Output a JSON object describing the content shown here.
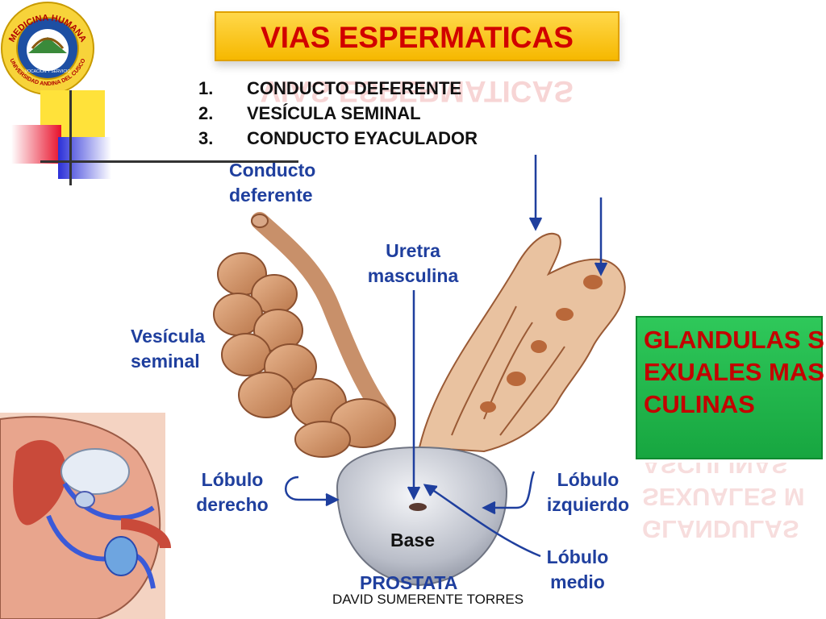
{
  "title": "VIAS ESPERMATICAS",
  "list": [
    {
      "num": "1.",
      "text": "CONDUCTO DEFERENTE"
    },
    {
      "num": "2.",
      "text": "VESÍCULA SEMINAL"
    },
    {
      "num": "3.",
      "text": "CONDUCTO EYACULADOR"
    }
  ],
  "logo": {
    "top_text": "MEDICINA HUMANA",
    "bottom_text": "UNIVERSIDAD ANDINA DEL CUSCO",
    "motto": "VOCACIÓN Y SERVICIO"
  },
  "labels": {
    "conducto_deferente": [
      "Conducto",
      "deferente"
    ],
    "uretra": [
      "Uretra",
      "masculina"
    ],
    "vesicula": [
      "Vesícula",
      "seminal"
    ],
    "lobulo_derecho": [
      "Lóbulo",
      "derecho"
    ],
    "lobulo_izquierdo": [
      "Lóbulo",
      "izquierdo"
    ],
    "base": "Base",
    "lobulo_medio": [
      "Lóbulo",
      "medio"
    ],
    "prostata": "PROSTATA"
  },
  "side_box": "GLANDULAS SEXUALES MASCULINAS",
  "footer": "DAVID SUMERENTE TORRES",
  "colors": {
    "title_bg": "#f6b800",
    "title_text": "#d10000",
    "label_text": "#1f3f9e",
    "side_box_bg": "#17a640",
    "side_box_text": "#c40000"
  }
}
